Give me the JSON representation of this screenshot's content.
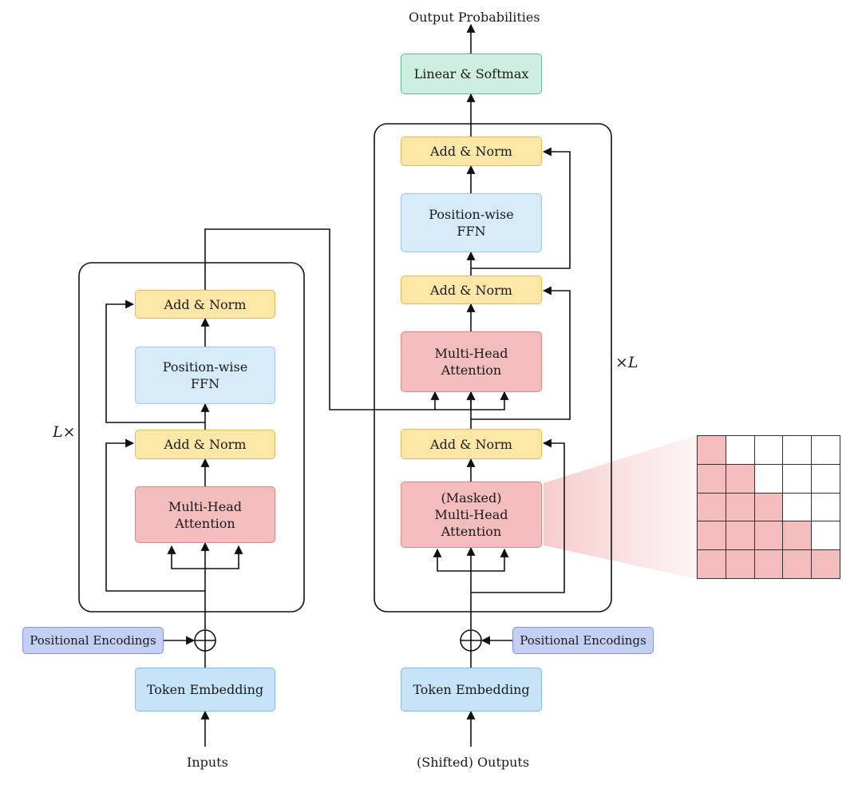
{
  "colors": {
    "add_norm": "#fde7a6",
    "ffn": "#d6ebf7",
    "attention": "#f3bcbd",
    "embedding": "#c6e3f7",
    "positional": "#c3d0f4",
    "linear_softmax": "#cdeee1",
    "mask_filled": "#f3bcbd",
    "mask_empty": "#ffffff"
  },
  "icons": {
    "add": "circled-plus-icon"
  },
  "encoder": {
    "repeat_label": "L×",
    "add_norm_top": "Add & Norm",
    "ffn": "Position-wise\nFFN",
    "add_norm_bottom": "Add & Norm",
    "attention": "Multi-Head\nAttention",
    "positional": "Positional Encodings",
    "embedding": "Token Embedding",
    "input_label": "Inputs"
  },
  "decoder": {
    "repeat_label": "×L",
    "add_norm_top": "Add & Norm",
    "ffn": "Position-wise\nFFN",
    "add_norm_middle": "Add & Norm",
    "cross_attention": "Multi-Head\nAttention",
    "add_norm_bottom": "Add & Norm",
    "masked_attention": "(Masked)\nMulti-Head\nAttention",
    "positional": "Positional Encodings",
    "embedding": "Token Embedding",
    "input_label": "(Shifted) Outputs"
  },
  "head": {
    "linear_softmax": "Linear & Softmax",
    "output_label": "Output Probabilities"
  },
  "mask_matrix": [
    [
      1,
      0,
      0,
      0,
      0
    ],
    [
      1,
      1,
      0,
      0,
      0
    ],
    [
      1,
      1,
      1,
      0,
      0
    ],
    [
      1,
      1,
      1,
      1,
      0
    ],
    [
      1,
      1,
      1,
      1,
      1
    ]
  ]
}
